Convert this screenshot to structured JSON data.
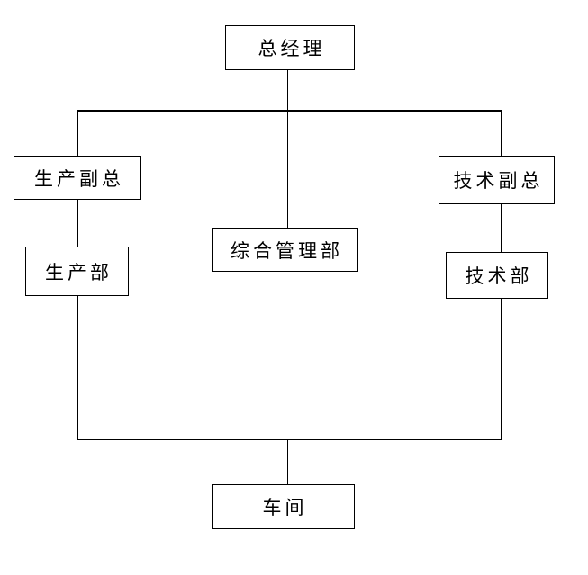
{
  "diagram": {
    "type": "org-chart",
    "background_color": "#ffffff",
    "line_color": "#000000",
    "box_fill_color": "#ffffff",
    "box_border_color": "#000000",
    "text_color": "#000000",
    "nodes": {
      "general_manager": {
        "label": "总经理"
      },
      "production_vp": {
        "label": "生产副总"
      },
      "general_admin_dept": {
        "label": "综合管理部"
      },
      "technical_vp": {
        "label": "技术副总"
      },
      "production_dept": {
        "label": "生产部"
      },
      "technical_dept": {
        "label": "技术部"
      },
      "workshop": {
        "label": "车间"
      }
    },
    "edges": [
      {
        "from": "总经理",
        "to": "生产副总"
      },
      {
        "from": "总经理",
        "to": "综合管理部"
      },
      {
        "from": "总经理",
        "to": "技术副总"
      },
      {
        "from": "生产副总",
        "to": "生产部"
      },
      {
        "from": "技术副总",
        "to": "技术部"
      },
      {
        "from": "生产部",
        "to": "车间"
      },
      {
        "from": "技术部",
        "to": "车间"
      }
    ]
  }
}
